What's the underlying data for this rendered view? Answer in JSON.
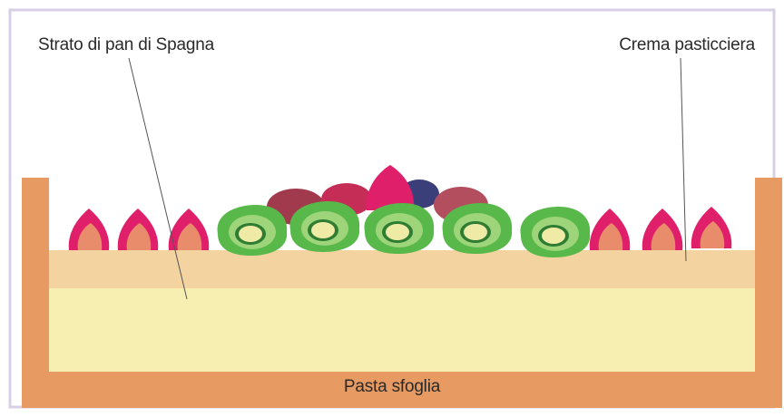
{
  "labels": {
    "sponge_layer": "Strato di pan di Spagna",
    "pastry_cream": "Crema pasticciera",
    "puff_pastry": "Pasta sfoglia"
  },
  "colors": {
    "frame_border": "#d8cfe6",
    "pastry": "#e79a62",
    "cream": "#f3d3a0",
    "sponge": "#f7eeb2",
    "kiwi_outer": "#58b84a",
    "kiwi_inner": "#9ed47a",
    "kiwi_center": "#efeaa6",
    "strawberry_outer": "#e01f6b",
    "strawberry_inner": "#e98c6c",
    "grape": "#a23a4d",
    "blueberry": "#3a3f7a"
  }
}
